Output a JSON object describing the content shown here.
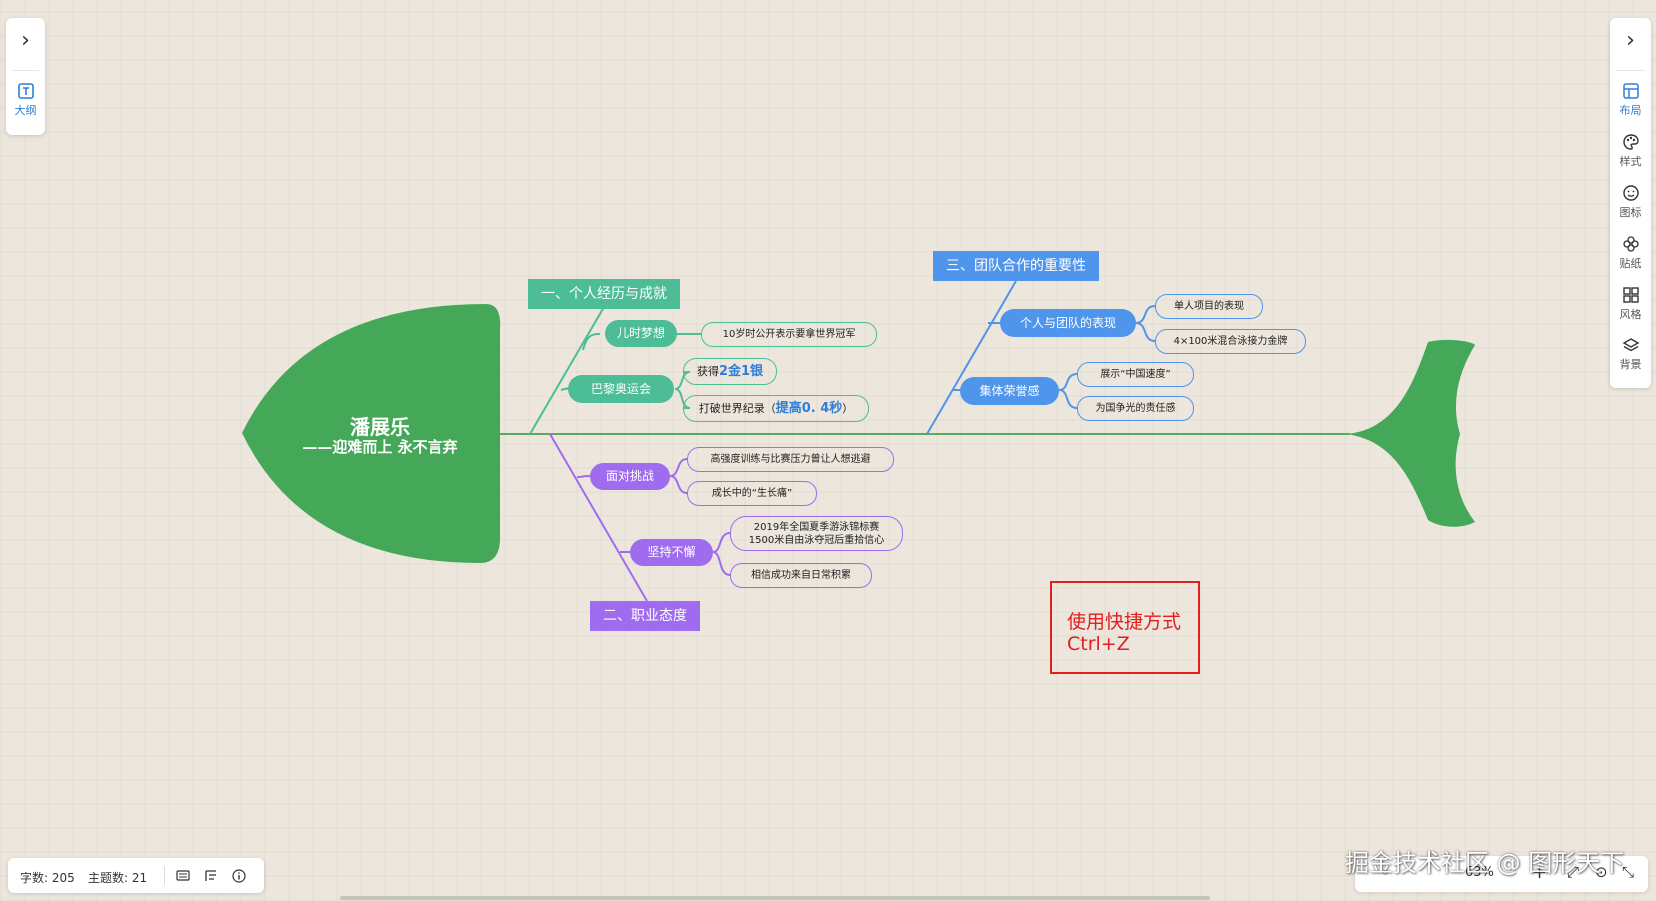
{
  "head": {
    "title": "潘展乐",
    "subtitle": "——迎难而上  永不言弃"
  },
  "branches": {
    "b1": {
      "label": "一、个人经历与成就",
      "color": "#4dbd98"
    },
    "b2": {
      "label": "二、职业态度",
      "color": "#9f6cf0"
    },
    "b3": {
      "label": "三、团队合作的重要性",
      "color": "#4f95ec"
    }
  },
  "topics": {
    "t11": {
      "label": "儿时梦想",
      "children": [
        "10岁时公开表示要拿世界冠军"
      ]
    },
    "t12": {
      "label": "巴黎奥运会",
      "c1_pre": "获得",
      "c1_em": "2金1银",
      "c2_pre": "打破世界纪录（",
      "c2_em": "提高0. 4秒",
      "c2_post": "）"
    },
    "t21": {
      "label": "面对挑战",
      "children": [
        "高强度训练与比赛压力曾让人想逃避",
        "成长中的“生长痛”"
      ]
    },
    "t22": {
      "label": "坚持不懈",
      "c1_line1": "2019年全国夏季游泳锦标赛",
      "c1_line2": "1500米自由泳夺冠后重拾信心",
      "c2": "相信成功来自日常积累"
    },
    "t31": {
      "label": "个人与团队的表现",
      "children": [
        "单人项目的表现",
        "4×100米混合泳接力金牌"
      ]
    },
    "t32": {
      "label": "集体荣誉感",
      "children": [
        "展示“中国速度”",
        "为国争光的责任感"
      ]
    }
  },
  "colors": {
    "fish_green": "#44a858",
    "spine_green": "#58ab5b",
    "note_red": "#e02020",
    "active_blue": "#2f7ed8"
  },
  "annotation": {
    "line1": "使用快捷方式",
    "line2": "Ctrl+Z"
  },
  "left_panel": {
    "expand_icon": "chevron-right-icon",
    "outline_label": "大纲"
  },
  "right_panel": {
    "expand_icon": "chevron-right-icon",
    "tools": [
      {
        "label": "布局",
        "icon": "layout-icon"
      },
      {
        "label": "样式",
        "icon": "palette-icon"
      },
      {
        "label": "图标",
        "icon": "smiley-icon"
      },
      {
        "label": "贴纸",
        "icon": "sticker-icon"
      },
      {
        "label": "风格",
        "icon": "grid-icon"
      },
      {
        "label": "背景",
        "icon": "layers-icon"
      }
    ]
  },
  "status": {
    "word_count": "字数: 205",
    "topic_count": "主题数: 21"
  },
  "zoom": {
    "level": "63%"
  },
  "watermark": "掘金技术社区 @ 图形天下"
}
